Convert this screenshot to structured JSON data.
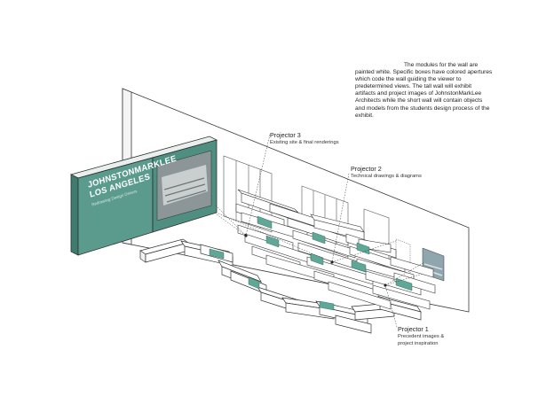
{
  "description": "The modules for the wall are painted white. Specific boxes have colored apertures which code the wall guiding the viewer to predetermined views. The tall wall will exhibit artifacts and project images of JohnstonMarkLee Architects while the short wall will contain objects and models from the students design process of the exhibit.",
  "projectors": [
    {
      "title": "Projector 3",
      "subtitle": "Existing site & final renderings"
    },
    {
      "title": "Projector 2",
      "subtitle": "Technical drawings & diagrams"
    },
    {
      "title": "Projector 1",
      "subtitle_lines": [
        "Precedent images &",
        "project inspiration"
      ]
    }
  ],
  "sign": {
    "line1": "JOHNSTONMARKLEE",
    "line2": "LOS ANGELES",
    "subtitle": "Redrawing Design Drivers"
  },
  "colors": {
    "accent": "#5fa898",
    "wall": "#ffffff",
    "line": "#3a3a3a",
    "sign_panel": "#5a9b8e"
  }
}
